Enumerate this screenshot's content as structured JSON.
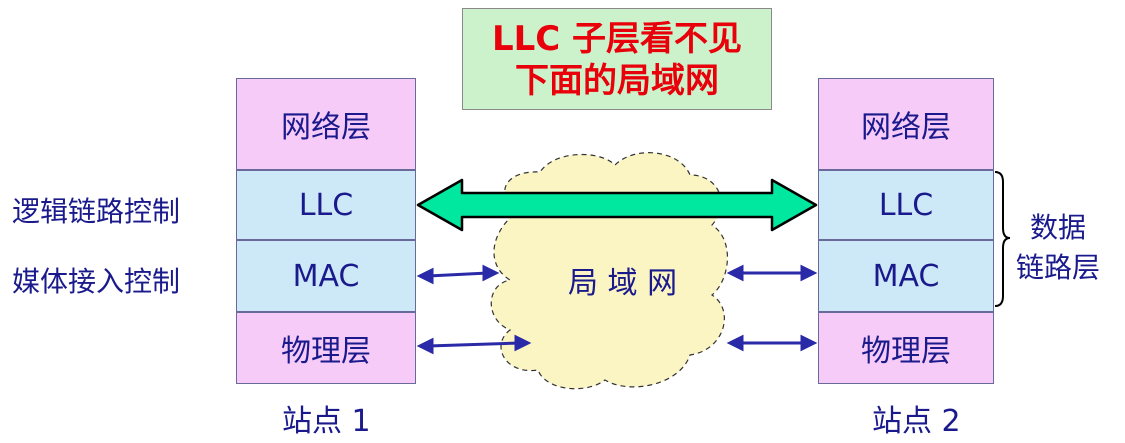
{
  "title": {
    "line1": "LLC 子层看不见",
    "line2": "下面的局域网"
  },
  "station1": {
    "layers": {
      "network": "网络层",
      "llc": "LLC",
      "mac": "MAC",
      "physical": "物理层"
    },
    "caption": "站点 1"
  },
  "station2": {
    "layers": {
      "network": "网络层",
      "llc": "LLC",
      "mac": "MAC",
      "physical": "物理层"
    },
    "caption": "站点 2"
  },
  "left_labels": {
    "llc_desc": "逻辑链路控制",
    "mac_desc": "媒体接入控制"
  },
  "cloud_label": "局 域 网",
  "brace_label": {
    "line1": "数据",
    "line2": "链路层"
  },
  "colors": {
    "title_text": "#e8000a",
    "title_bg": "#ccf2cc",
    "layer_pink": "#f7cbf7",
    "layer_blue": "#cde9f7",
    "text": "#1a1a8c",
    "cloud_fill": "#fbf5c4",
    "big_arrow_fill": "#00e8a0",
    "small_arrow": "#2a2aa8"
  }
}
